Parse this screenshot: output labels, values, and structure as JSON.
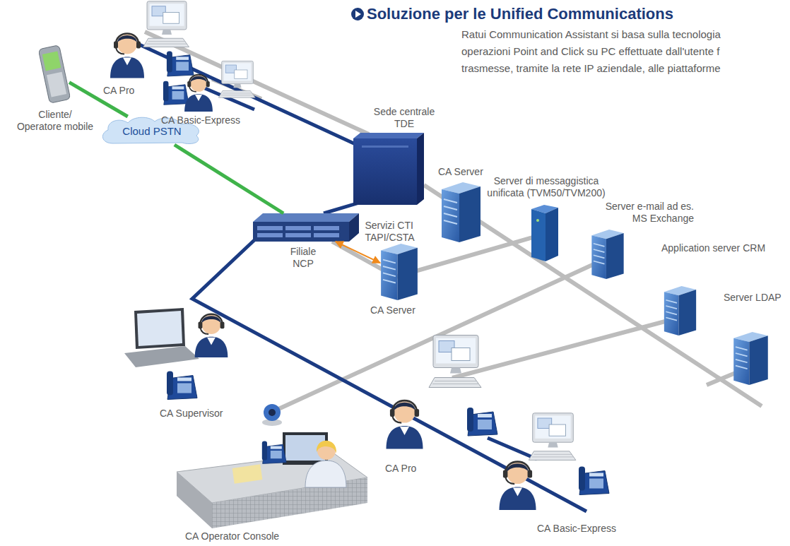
{
  "diagram": {
    "title": "Soluzione per le Unified Communications",
    "nodes": [
      {
        "text": [
          "Cliente/ Operatore mobile"
        ]
      },
      {
        "text": [
          "Cloud PSTN"
        ]
      },
      {
        "text": [
          "CA Pro"
        ]
      },
      {
        "text": [
          "CA Basic-Express"
        ]
      },
      {
        "text": [
          "Sede centrale TDE"
        ]
      },
      {
        "text": [
          "CA Server"
        ]
      },
      {
        "text": [
          "Server di messaggistica unificata (TVM50/TVM200)"
        ]
      },
      {
        "text": [
          "Server e-mail ad es. MS Exchange"
        ]
      },
      {
        "text": [
          "Application server CRM"
        ]
      },
      {
        "text": [
          "Server LDAP"
        ]
      },
      {
        "text": [
          "Filiale NCP"
        ]
      },
      {
        "text": [
          "CA Server"
        ]
      },
      {
        "text": [
          "CA Supervisor"
        ]
      },
      {
        "text": [
          "CA Pro"
        ]
      },
      {
        "text": [
          "CA Basic-Express"
        ]
      },
      {
        "text": [
          "CA Operator Console"
        ]
      }
    ],
    "edges": [
      {
        "from": 0,
        "to": 1,
        "arrow": "none"
      },
      {
        "from": 1,
        "to": 10,
        "arrow": "none"
      },
      {
        "from": 10,
        "to": 11,
        "arrow": "both",
        "label": "Servizi CTI TAPI/CSTA"
      }
    ],
    "labels": [
      "Ratui Communication Assistant si basa sulla tecnologia",
      "operazioni Point and Click su PC effettuate dall'utente f",
      "trasmesse, tramite la rete IP aziendale, alle piattaforme"
    ]
  }
}
